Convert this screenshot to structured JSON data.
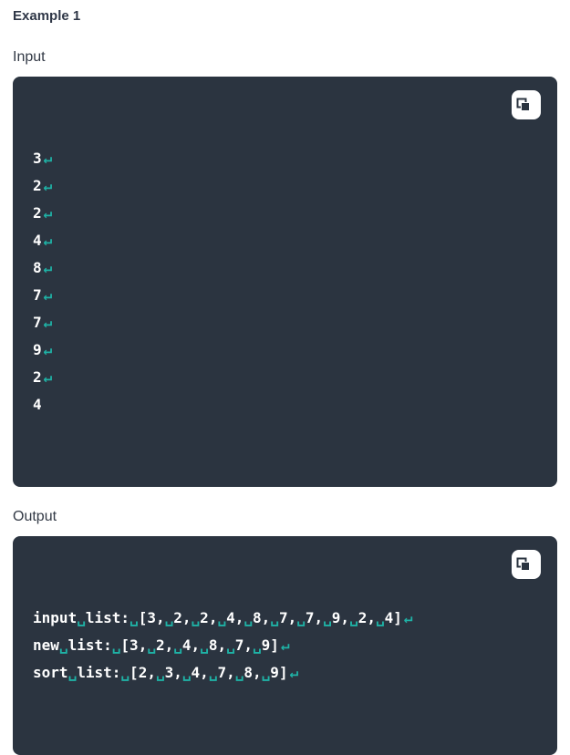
{
  "page": {
    "example_title": "Example 1",
    "input_label": "Input",
    "output_label": "Output"
  },
  "colors": {
    "page_background": "#ffffff",
    "code_background": "#2b3440",
    "code_text": "#ffffff",
    "whitespace_accent": "#1fb2a6",
    "copy_button_background": "#ffffff",
    "heading_text": "#2f3747"
  },
  "whitespace_glyphs": {
    "space": "␣",
    "newline": "↵"
  },
  "icons": {
    "copy": "copy-icon"
  },
  "input_block": {
    "lines": [
      {
        "text": "3",
        "newline": true
      },
      {
        "text": "2",
        "newline": true
      },
      {
        "text": "2",
        "newline": true
      },
      {
        "text": "4",
        "newline": true
      },
      {
        "text": "8",
        "newline": true
      },
      {
        "text": "7",
        "newline": true
      },
      {
        "text": "7",
        "newline": true
      },
      {
        "text": "9",
        "newline": true
      },
      {
        "text": "2",
        "newline": true
      },
      {
        "text": "4",
        "newline": false
      }
    ]
  },
  "output_block": {
    "lines": [
      {
        "text": "input list: [3, 2, 2, 4, 8, 7, 7, 9, 2, 4]",
        "newline": true
      },
      {
        "text": "new list: [3, 2, 4, 8, 7, 9]",
        "newline": true
      },
      {
        "text": "sort list: [2, 3, 4, 7, 8, 9]",
        "newline": true
      }
    ]
  }
}
